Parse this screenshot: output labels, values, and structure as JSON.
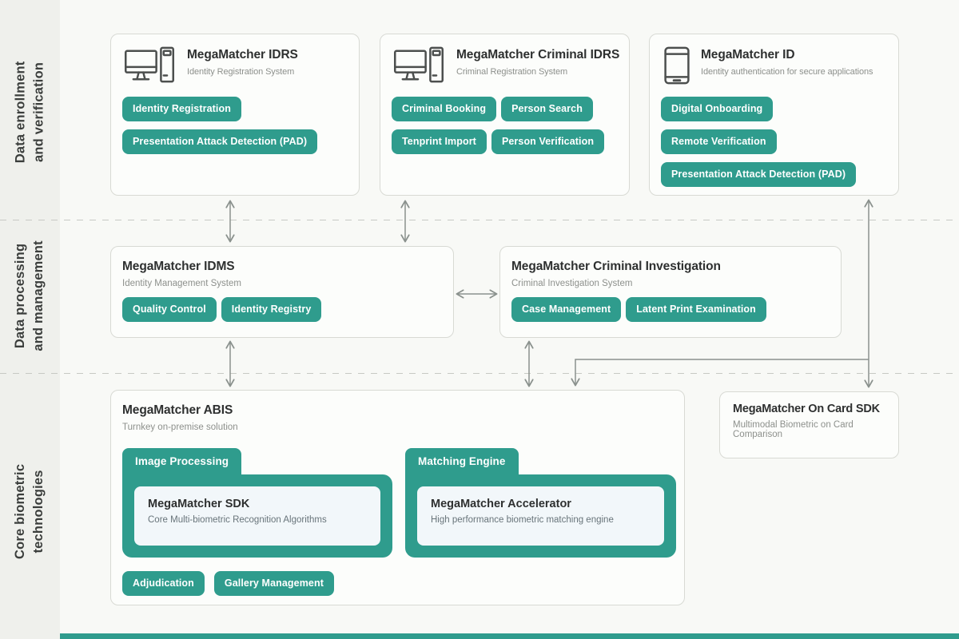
{
  "colors": {
    "teal": "#2f9c8d",
    "background": "#f8f9f6",
    "rail": "#eff0ec",
    "card_border": "#d8dad4"
  },
  "sidebar": {
    "sections": [
      {
        "line1": "Data enrollment",
        "line2": "and verification"
      },
      {
        "line1": "Data processing",
        "line2": "and management"
      },
      {
        "line1": "Core biometric",
        "line2": "technologies"
      }
    ]
  },
  "icons": {
    "workstation": "desktop-workstation-icon",
    "phone": "mobile-phone-icon"
  },
  "row1": {
    "idrs": {
      "title": "MegaMatcher IDRS",
      "subtitle": "Identity Registration System",
      "tags": [
        "Identity Registration",
        "Presentation Attack Detection (PAD)"
      ]
    },
    "criminal_idrs": {
      "title": "MegaMatcher Criminal IDRS",
      "subtitle": "Criminal Registration System",
      "tags": [
        "Criminal Booking",
        "Person Search",
        "Tenprint Import",
        "Person Verification"
      ]
    },
    "id": {
      "title": "MegaMatcher ID",
      "subtitle": "Identity authentication for secure applications",
      "tags": [
        "Digital Onboarding",
        "Remote Verification",
        "Presentation Attack Detection (PAD)"
      ]
    }
  },
  "row2": {
    "idms": {
      "title": "MegaMatcher IDMS",
      "subtitle": "Identity Management System",
      "tags": [
        "Quality Control",
        "Identity Registry"
      ]
    },
    "criminal_investigation": {
      "title": "MegaMatcher Criminal Investigation",
      "subtitle": "Criminal Investigation System",
      "tags": [
        "Case Management",
        "Latent Print Examination"
      ]
    }
  },
  "row3": {
    "abis": {
      "title": "MegaMatcher ABIS",
      "subtitle": "Turnkey on-premise solution",
      "groups": [
        {
          "tab": "Image Processing",
          "inner_title": "MegaMatcher SDK",
          "inner_subtitle": "Core Multi-biometric Recognition Algorithms"
        },
        {
          "tab": "Matching Engine",
          "inner_title": "MegaMatcher Accelerator",
          "inner_subtitle": "High performance biometric matching engine"
        }
      ],
      "tags": [
        "Adjudication",
        "Gallery Management"
      ]
    },
    "on_card_sdk": {
      "title": "MegaMatcher On Card SDK",
      "subtitle": "Multimodal Biometric on Card Comparison"
    }
  }
}
